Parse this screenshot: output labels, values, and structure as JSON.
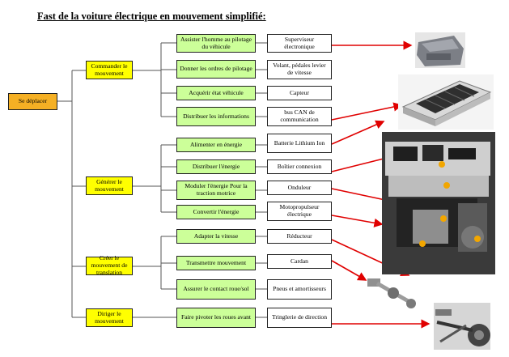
{
  "title": "Fast de la voiture électrique en mouvement simplifié:",
  "root": {
    "label": "Se déplacer"
  },
  "functions": [
    {
      "label": "Commander le mouvement"
    },
    {
      "label": "Générer le mouvement"
    },
    {
      "label": "Créer le mouvement de translation"
    },
    {
      "label": "Diriger le mouvement"
    }
  ],
  "subfunctions": [
    {
      "label": "Assister l'homme au pilotage du véhicule"
    },
    {
      "label": "Donner les ordres de pilotage"
    },
    {
      "label": "Acquérir  état véhicule"
    },
    {
      "label": "Distribuer les informations"
    },
    {
      "label": "Alimenter en énergie"
    },
    {
      "label": "Distribuer l'énergie"
    },
    {
      "label": "Moduler l'énergie Pour la traction motrice"
    },
    {
      "label": "Convertir l'énergie"
    },
    {
      "label": "Adapter la vitesse"
    },
    {
      "label": "Transmettre mouvement"
    },
    {
      "label": "Assurer  le contact roue/sol"
    },
    {
      "label": "Faire pivoter les roues avant"
    }
  ],
  "solutions": [
    {
      "label": "Superviseur électronique"
    },
    {
      "label": "Volant, pédales levier de vitesse"
    },
    {
      "label": "Capteur"
    },
    {
      "label": "bus CAN de communication"
    },
    {
      "label": "Batterie Lithium Ion"
    },
    {
      "label": "Boîtier  connexion"
    },
    {
      "label": "Onduleur"
    },
    {
      "label": "Motopropulseur électrique"
    },
    {
      "label": "Réducteur"
    },
    {
      "label": "Cardan"
    },
    {
      "label": "Pneus  et amortisseurs"
    },
    {
      "label": "Tringlerie  de direction"
    }
  ],
  "colors": {
    "root": "#f5b024",
    "function": "#ffff00",
    "subfunction": "#ccff99",
    "solution": "#ffffff",
    "arrow": "#e00000"
  },
  "images": [
    {
      "icon": "ecu-module-photo"
    },
    {
      "icon": "battery-pack-photo"
    },
    {
      "icon": "powertrain-assembly-photo"
    },
    {
      "icon": "cardan-shaft-photo"
    },
    {
      "icon": "steering-linkage-photo"
    }
  ]
}
